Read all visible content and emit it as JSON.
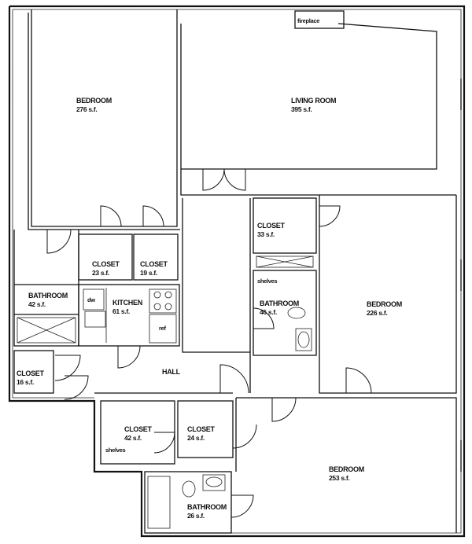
{
  "rooms": {
    "bedroom_nw": {
      "name": "BEDROOM",
      "area": "276 s.f."
    },
    "living": {
      "name": "LIVING ROOM",
      "area": "395 s.f."
    },
    "closet_a": {
      "name": "CLOSET",
      "area": "23 s.f."
    },
    "closet_b": {
      "name": "CLOSET",
      "area": "19 s.f."
    },
    "closet_c": {
      "name": "CLOSET",
      "area": "33 s.f."
    },
    "bath_w": {
      "name": "BATHROOM",
      "area": "42 s.f."
    },
    "kitchen": {
      "name": "KITCHEN",
      "area": "61 s.f.",
      "dw": "dw",
      "ref": "ref"
    },
    "bath_mid": {
      "name": "BATHROOM",
      "area": "46 s.f.",
      "shelves": "shelves"
    },
    "bedroom_e": {
      "name": "BEDROOM",
      "area": "226 s.f."
    },
    "closet_d": {
      "name": "CLOSET",
      "area": "16 s.f."
    },
    "hall": {
      "name": "HALL"
    },
    "closet_e": {
      "name": "CLOSET",
      "area": "42 s.f.",
      "shelves": "shelves"
    },
    "closet_f": {
      "name": "CLOSET",
      "area": "24 s.f."
    },
    "bedroom_se": {
      "name": "BEDROOM",
      "area": "253 s.f."
    },
    "bath_s": {
      "name": "BATHROOM",
      "area": "26 s.f."
    }
  },
  "fireplace": "fireplace"
}
